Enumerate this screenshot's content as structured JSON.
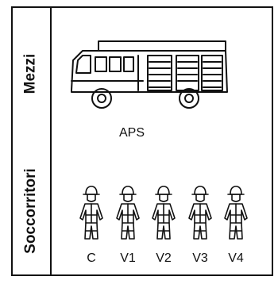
{
  "section_labels": {
    "vehicles": "Mezzi",
    "rescuers": "Soccorritori"
  },
  "vehicle": {
    "name": "APS",
    "icon": "fire-truck-icon"
  },
  "rescuers": [
    {
      "label": "C",
      "icon": "firefighter-icon"
    },
    {
      "label": "V1",
      "icon": "firefighter-icon"
    },
    {
      "label": "V2",
      "icon": "firefighter-icon"
    },
    {
      "label": "V3",
      "icon": "firefighter-icon"
    },
    {
      "label": "V4",
      "icon": "firefighter-icon"
    }
  ]
}
